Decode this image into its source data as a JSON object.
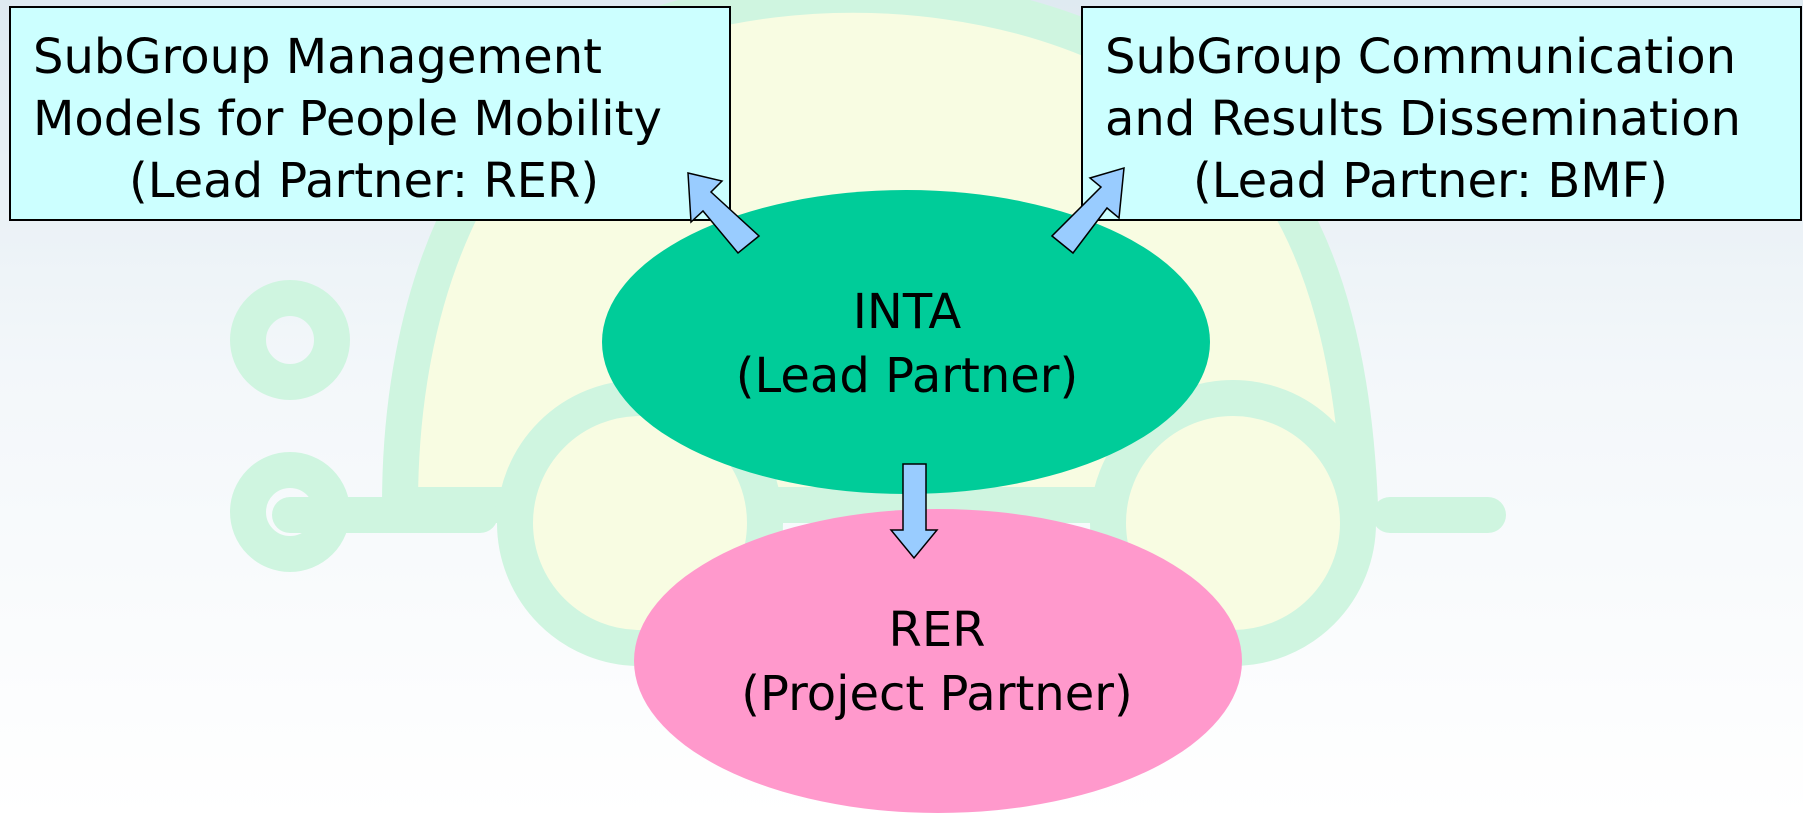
{
  "colors": {
    "box_fill": "#ccffff",
    "inta_fill": "#00cc99",
    "rer_fill": "#ff99cc",
    "arrow_fill": "#99ccff",
    "watermark_green": "#cff5e0",
    "watermark_yellow": "#f8fce2"
  },
  "boxes": {
    "management": {
      "line1": "SubGroup Management",
      "line2": "Models for People Mobility",
      "line3": "(Lead Partner: RER)"
    },
    "communication": {
      "line1": "SubGroup Communication",
      "line2": "and Results Dissemination",
      "line3": "(Lead Partner: BMF)"
    }
  },
  "nodes": {
    "inta": {
      "line1": "INTA",
      "line2": "(Lead Partner)"
    },
    "rer": {
      "line1": "RER",
      "line2": "(Project Partner)"
    }
  },
  "icons": {
    "watermark": "car-icon",
    "arrows": [
      "arrow-up-left-icon",
      "arrow-up-right-icon",
      "arrow-down-icon"
    ]
  }
}
